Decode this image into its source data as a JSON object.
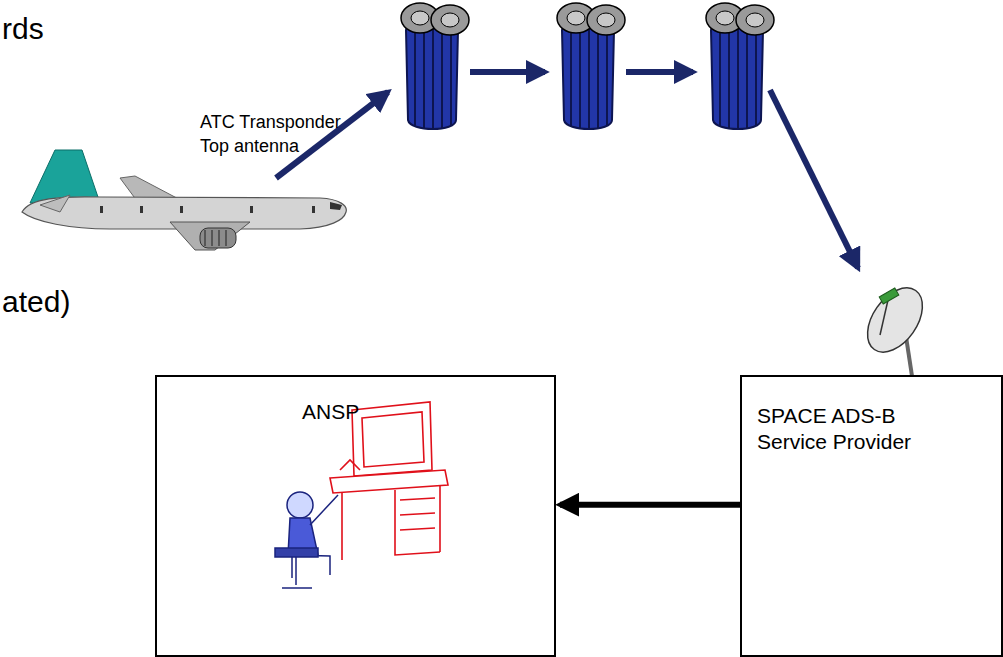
{
  "diagram": {
    "nodes": [
      {
        "text": [
          "ANSP"
        ]
      },
      {
        "text": [
          "SPACE ADS-B Service Provider"
        ]
      }
    ],
    "edges": [
      {
        "from": 1,
        "to": 0,
        "arrow": "to"
      }
    ],
    "labels": [
      "rds",
      "ATC Transponder",
      "Top antenna",
      "ated)"
    ]
  }
}
